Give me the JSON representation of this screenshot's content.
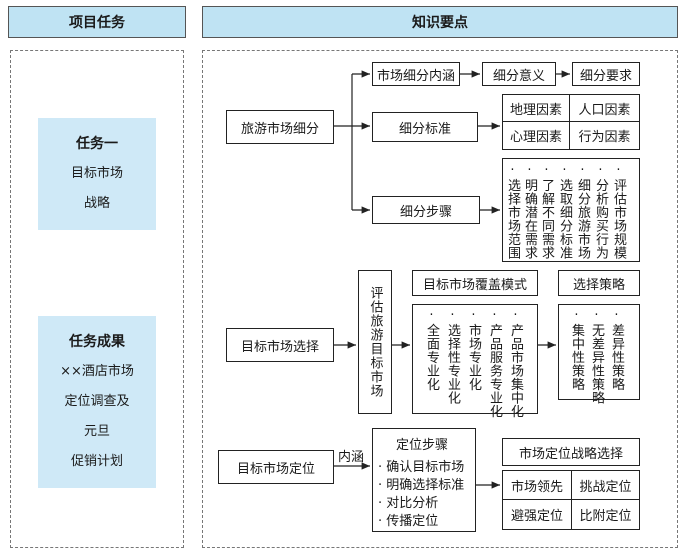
{
  "headers": {
    "left": "项目任务",
    "right": "知识要点"
  },
  "task": {
    "title": "任务一",
    "lines": [
      "目标市场",
      "战略"
    ]
  },
  "result": {
    "title": "任务成果",
    "lines": [
      "××酒店市场",
      "定位调查及",
      "元旦",
      "促销计划"
    ]
  },
  "segmentation": {
    "root": "旅游市场细分",
    "connotation": "市场细分内涵",
    "meaning": "细分意义",
    "requirement": "细分要求",
    "standard": "细分标准",
    "factors": [
      "地理因素",
      "人口因素",
      "心理因素",
      "行为因素"
    ],
    "steps_label": "细分步骤",
    "steps": [
      "·选择市场范围",
      "·明确潜在需求",
      "·了解不同需求",
      "·选取细分标准",
      "·细分旅游市场",
      "·分析购买行为",
      "·评估市场规模"
    ]
  },
  "selection": {
    "root": "目标市场选择",
    "evaluate": "评估旅游目标市场",
    "coverage": "目标市场覆盖模式",
    "patterns": [
      "·全面专业化",
      "·选择性专业化",
      "·市场专业化",
      "·产品服务专业化",
      "·产品市场集中化"
    ],
    "strategy": "选择策略",
    "strategies": [
      "·集中性策略",
      "·无差异性策略",
      "·差异性策略"
    ]
  },
  "positioning": {
    "root": "目标市场定位",
    "connotation": "内涵",
    "steps_title": "定位步骤",
    "steps": [
      "· 确认目标市场",
      "· 明确选择标准",
      "· 对比分析",
      "· 传播定位"
    ],
    "strategy_title": "市场定位战略选择",
    "strategies": [
      "市场领先",
      "挑战定位",
      "避强定位",
      "比附定位"
    ]
  }
}
